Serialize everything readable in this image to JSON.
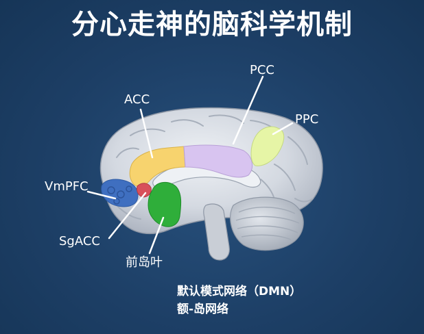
{
  "title": "分心走神的脑科学机制",
  "regions": {
    "pcc": {
      "label": "PCC",
      "color": "#d8c4f0"
    },
    "acc": {
      "label": "ACC",
      "color": "#f7d36e"
    },
    "ppc": {
      "label": "PPC",
      "color": "#e6f5a6"
    },
    "vmpfc": {
      "label": "VmPFC",
      "color": "#3f6fc0"
    },
    "sgacc": {
      "label": "SgACC",
      "color": "#d8505a"
    },
    "insula": {
      "label": "前岛叶",
      "color": "#2fae3a"
    }
  },
  "caption": {
    "line1": "默认模式网络（DMN）",
    "line2": "额-岛网络"
  },
  "colors": {
    "background": "#1d3f66",
    "brain": "#d6dbe3",
    "brain_shade": "#a9b1bd",
    "text": "#ffffff"
  }
}
